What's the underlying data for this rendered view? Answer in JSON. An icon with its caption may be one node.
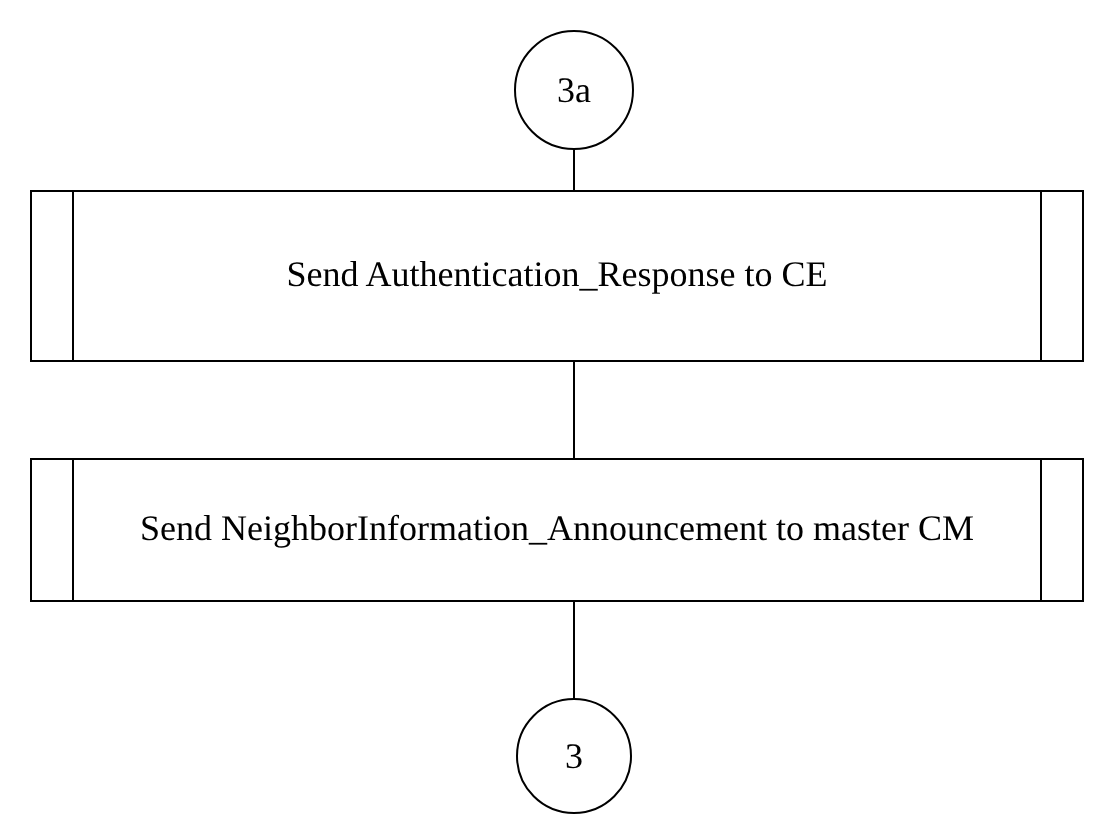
{
  "diagram": {
    "nodes": [
      {
        "text": [
          "3a"
        ]
      },
      {
        "text": [
          "Send Authentication_Response to CE"
        ]
      },
      {
        "text": [
          "Send NeighborInformation_Announcement to master CM"
        ]
      },
      {
        "text": [
          "3"
        ]
      }
    ],
    "edges": [
      {
        "from": 0,
        "to": 1,
        "arrow": "none"
      },
      {
        "from": 1,
        "to": 2,
        "arrow": "none"
      },
      {
        "from": 2,
        "to": 3,
        "arrow": "none"
      }
    ]
  }
}
